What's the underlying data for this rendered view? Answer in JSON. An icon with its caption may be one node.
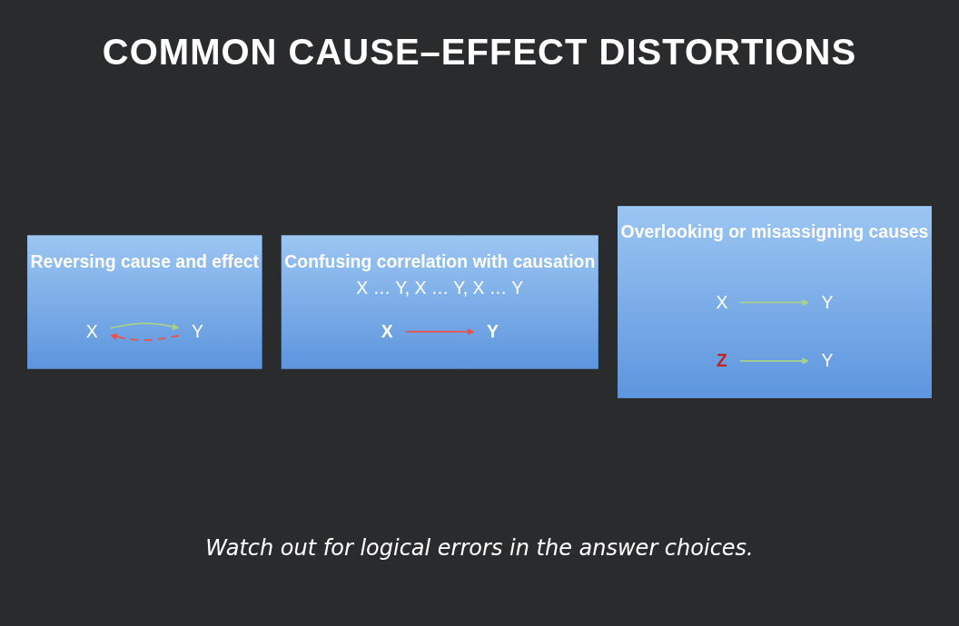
{
  "diagram": {
    "title": "COMMON CAUSE–EFFECT DISTORTIONS",
    "caption": "Watch out for logical errors in the answer choices.",
    "nodes": [
      {
        "text": [
          "Reversing cause and effect"
        ]
      },
      {
        "text": [
          "X"
        ],
        "in": 0
      },
      {
        "text": [
          "Y"
        ],
        "in": 0
      },
      {
        "text": [
          "Confusing correlation with causation",
          "X … Y, X … Y, X … Y"
        ]
      },
      {
        "text": [
          "X"
        ],
        "in": 3
      },
      {
        "text": [
          "Y"
        ],
        "in": 3
      },
      {
        "text": [
          "Overlooking or misassigning causes"
        ]
      },
      {
        "text": [
          "X"
        ],
        "in": 6
      },
      {
        "text": [
          "Y"
        ],
        "in": 6
      },
      {
        "text": [
          "Z"
        ],
        "in": 6
      },
      {
        "text": [
          "Y"
        ],
        "in": 6
      }
    ],
    "edges": [
      {
        "from": 1,
        "to": 2,
        "arrow": "to"
      },
      {
        "from": 2,
        "to": 1,
        "arrow": "to",
        "style": "dashed",
        "color": "#ef5046"
      },
      {
        "from": 4,
        "to": 5,
        "arrow": "to",
        "color": "#ef5046"
      },
      {
        "from": 7,
        "to": 8,
        "arrow": "to"
      },
      {
        "from": 9,
        "to": 10,
        "arrow": "to"
      }
    ]
  }
}
